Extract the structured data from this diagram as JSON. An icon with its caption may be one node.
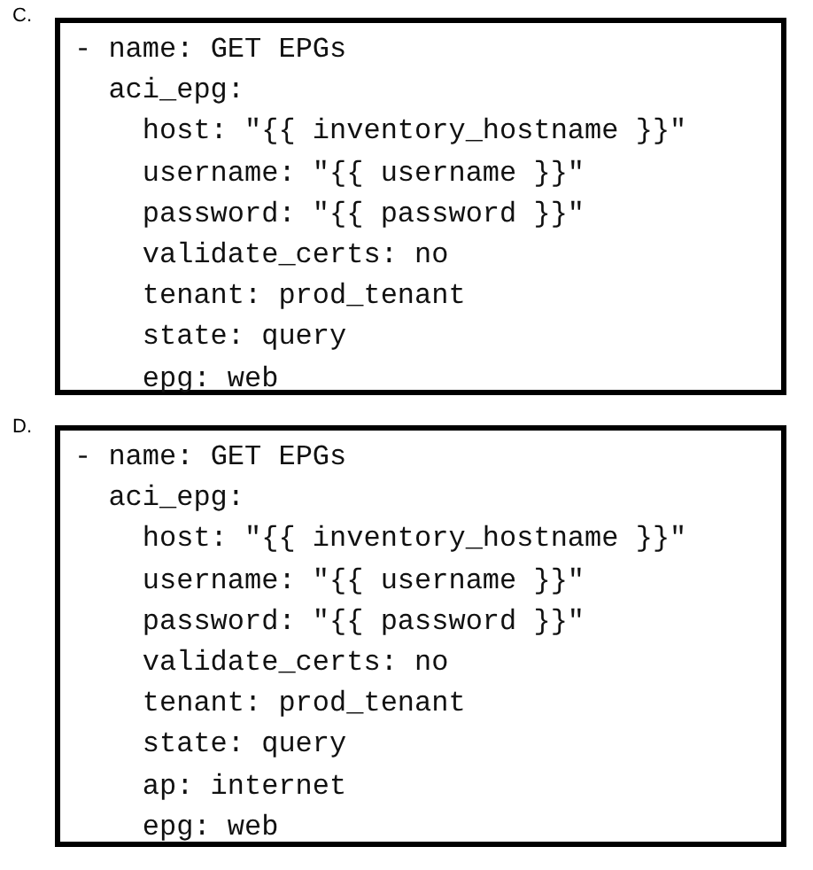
{
  "diagram": {
    "nodes": [
      {
        "text": [
          "- name: GET EPGs",
          "aci_epg:",
          "host: \"{{ inventory_hostname }}\"",
          "username: \"{{ username }}\"",
          "password: \"{{ password }}\"",
          "validate_certs: no",
          "tenant: prod_tenant",
          "state: query",
          "epg: web"
        ]
      },
      {
        "text": [
          "- name: GET EPGs",
          "aci_epg:",
          "host: \"{{ inventory_hostname }}\"",
          "username: \"{{ username }}\"",
          "password: \"{{ password }}\"",
          "validate_certs: no",
          "tenant: prod_tenant",
          "state: query",
          "ap: internet",
          "epg: web"
        ]
      }
    ],
    "labels": [
      "C.",
      "D."
    ]
  }
}
